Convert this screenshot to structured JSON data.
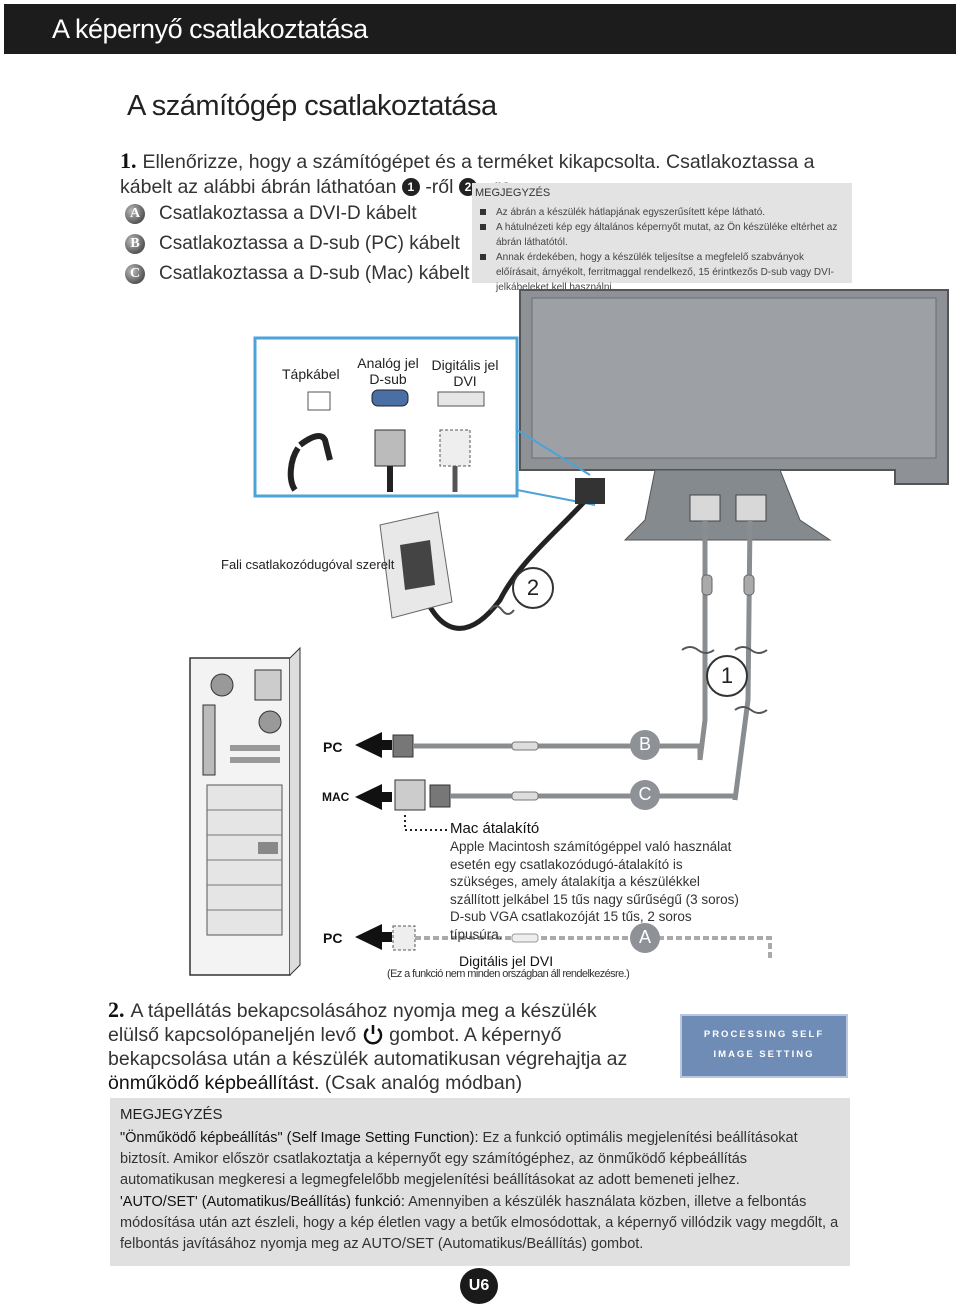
{
  "header": {
    "title": "A képernyő csatlakoztatása"
  },
  "section_title": "A számítógép csatlakoztatása",
  "step1": {
    "number": "1.",
    "text_a": "Ellenőrizze, hogy a számítógépet és a terméket kikapcsolta. Csatlakoztassa a kábelt az alábbi ábrán láthatóan",
    "marker_1": "1",
    "text_b": "-ről",
    "marker_2": "2",
    "text_c": "- re.",
    "options": [
      {
        "letter": "A",
        "text": "Csatlakoztassa a DVI-D kábelt"
      },
      {
        "letter": "B",
        "text": "Csatlakoztassa a D-sub (PC) kábelt"
      },
      {
        "letter": "C",
        "text": "Csatlakoztassa a D-sub (Mac) kábelt"
      }
    ]
  },
  "note1": {
    "title": "MEGJEGYZÉS",
    "items": [
      "Az ábrán a készülék hátlapjának egyszerűsített képe látható.",
      "A hátulnézeti kép egy általános képernyőt mutat, az Ön készüléke eltérhet az ábrán láthatótól.",
      "Annak érdekében, hogy a készülék teljesítse a megfelelő szabványok előírásait, árnyékolt, ferritmaggal rendelkező, 15 érintkezős D-sub vagy DVI-jelkábeleket kell használni."
    ]
  },
  "diagram": {
    "port_labels": {
      "power": "Tápkábel",
      "analog_1": "Analóg jel",
      "analog_2": "D-sub",
      "digital_1": "Digitális jel",
      "digital_2": "DVI"
    },
    "wall_outlet": "Fali csatlakozódugóval szerelt",
    "step_markers": [
      "2",
      "1"
    ],
    "pc_label_1": "PC",
    "mac_label": "MAC",
    "pc_label_2": "PC",
    "cable_b": "B",
    "cable_c": "C",
    "cable_a": "A",
    "mac_adapter_title": "Mac átalakító",
    "mac_adapter_text": "Apple Macintosh számítógéppel való használat esetén egy csatlakozódugó-átalakító is szükséges, amely átalakítja a készülékkel szállított jelkábel 15 tűs nagy sűrűségű (3 soros) D-sub VGA csatlakozóját 15 tűs, 2 soros típusúra.",
    "dvi_label": "Digitális jel DVI",
    "dvi_note": "(Ez a funkció nem minden országban áll rendelkezésre.)"
  },
  "step2": {
    "number": "2.",
    "text_a": "A tápellátás bekapcsolásához nyomja meg a készülék elülső kapcsolópaneljén levő",
    "text_b": "gombot. A képernyő bekapcsolása után a készülék automatikusan végrehajtja az",
    "highlight": "önműködő képbeállítást.",
    "text_c": "(Csak analóg módban)"
  },
  "osd_box": {
    "line1": "PROCESSING SELF",
    "line2": "IMAGE SETTING"
  },
  "note2": {
    "title": "MEGJEGYZÉS",
    "p1_label": "\"Önműködő képbeállítás\" (Self Image Setting Function):",
    "p1_text": "Ez a funkció optimális megjelenítési beállításokat biztosít. Amikor először csatlakoztatja a képernyőt egy számítógéphez, az önműködő képbeállítás automatikusan megkeresi a legmegfelelőbb megjelenítési beállításokat az adott bemeneti jelhez.",
    "p2_label": "'AUTO/SET' (Automatikus/Beállítás) funkció:",
    "p2_text": "Amennyiben a készülék használata közben, illetve a felbontás módosítása után azt észleli, hogy a kép életlen vagy a betűk elmosódottak, a képernyő villódzik vagy megdőlt, a felbontás javításához nyomja meg az AUTO/SET (Automatikus/Beállítás) gombot."
  },
  "page_number": "U6",
  "colors": {
    "header_bg": "#1c1c1c",
    "monitor": "#8e9296",
    "note_bg": "#e0e0e0",
    "osd_box": "#6f8cb6",
    "port_box_border": "#4ba3d8"
  }
}
